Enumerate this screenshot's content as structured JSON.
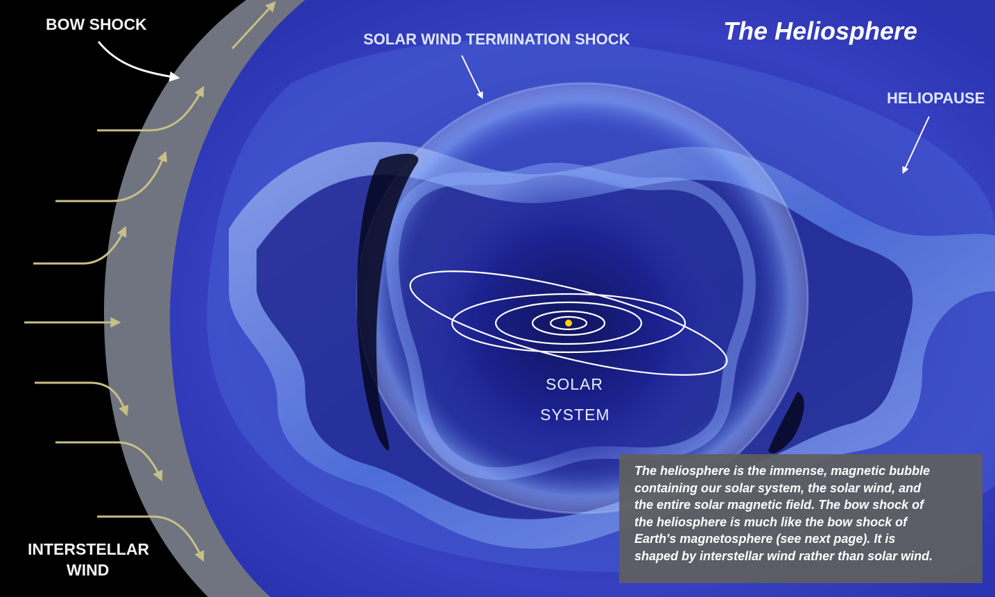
{
  "title": "The Heliosphere",
  "labels": {
    "bow_shock": "BOW SHOCK",
    "termination_shock": "SOLAR WIND TERMINATION SHOCK",
    "heliopause": "HELIOPAUSE",
    "solar": "SOLAR",
    "system": "SYSTEM",
    "interstellar_line1": "INTERSTELLAR",
    "interstellar_line2": "WIND"
  },
  "caption": {
    "line1": "The heliosphere is the immense, magnetic bubble",
    "line2": "containing our solar system, the solar wind, and",
    "line3": "the entire solar magnetic field.  The bow shock of",
    "line4": "the heliosphere is much like the bow shock of",
    "line5": "Earth's magnetosphere (see next page).  It is",
    "line6": "shaped by interstellar wind rather than solar wind."
  },
  "colors": {
    "space": "#000000",
    "deep_blue": "#2a2fa8",
    "shock_band": "#6f7480",
    "wind_arrow": "#c9bf86",
    "sun": "#ffd400",
    "orbit": "#ffffff",
    "caption_bg": "#5f5f5f"
  }
}
